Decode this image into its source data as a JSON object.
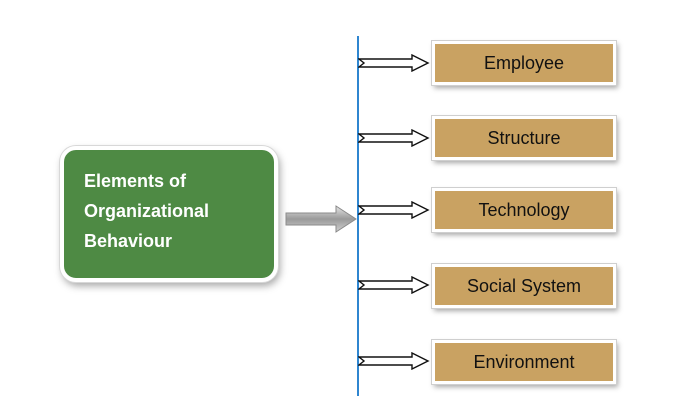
{
  "main": {
    "lines": [
      "Elements of",
      "Organizational",
      "Behaviour"
    ],
    "fill_color": "#4e8a44",
    "text_color": "#ffffff"
  },
  "elements": [
    {
      "label": "Employee"
    },
    {
      "label": "Structure"
    },
    {
      "label": "Technology"
    },
    {
      "label": "Social System"
    },
    {
      "label": "Environment"
    }
  ],
  "colors": {
    "element_fill": "#c9a262",
    "divider_line": "#2f86d0",
    "arrow_outline": "#111111",
    "main_arrow_fill": "#c8c8c8"
  },
  "icons": {
    "connector": "outline-right-arrow-icon",
    "main_connector": "grey-right-arrow-icon"
  }
}
